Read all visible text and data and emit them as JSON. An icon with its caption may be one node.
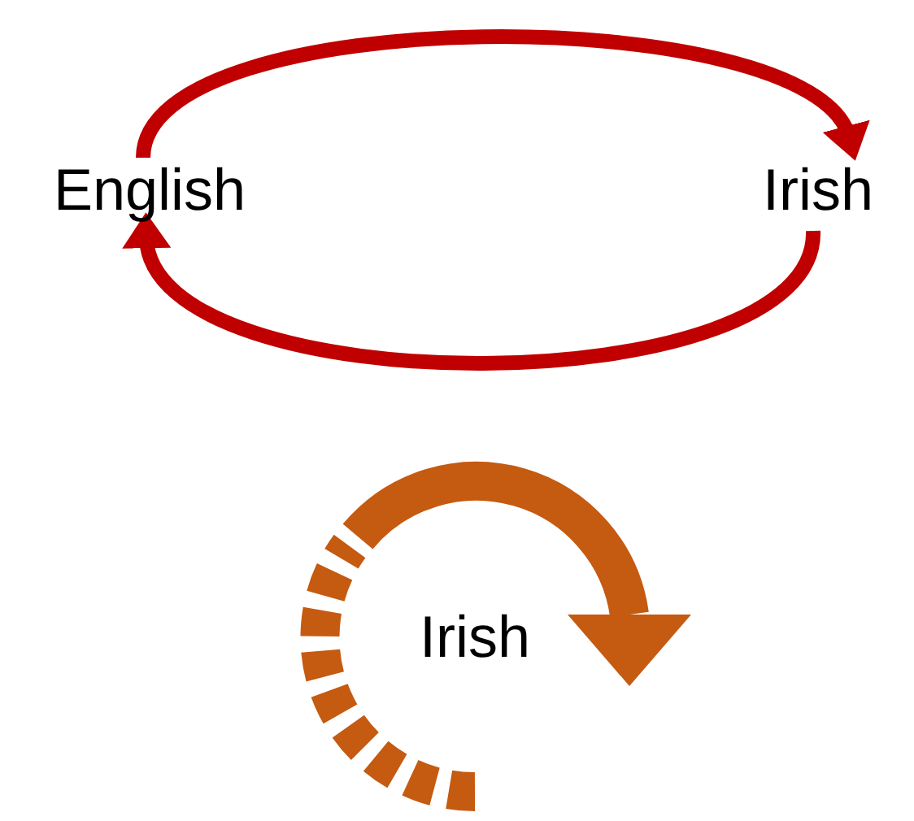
{
  "diagram": {
    "nodes": [
      {
        "text": [
          "English"
        ]
      },
      {
        "text": [
          "Irish"
        ]
      },
      {
        "text": [
          "Irish"
        ]
      }
    ],
    "edges": [
      {
        "from": 0,
        "to": 1,
        "arrow": "to"
      },
      {
        "from": 1,
        "to": 0,
        "arrow": "to"
      }
    ]
  }
}
